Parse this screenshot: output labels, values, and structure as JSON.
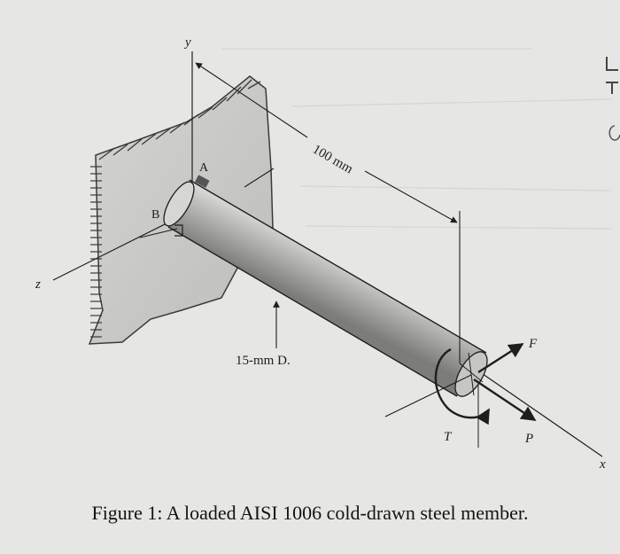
{
  "labels": {
    "y_axis": "y",
    "z_axis": "z",
    "x_axis": "x",
    "point_a": "A",
    "point_b": "B",
    "length": "100 mm",
    "diameter": "15-mm D.",
    "torque": "T",
    "axial_force": "P",
    "transverse_force": "F"
  },
  "caption": "Figure 1: A loaded AISI 1006 cold-drawn steel member."
}
